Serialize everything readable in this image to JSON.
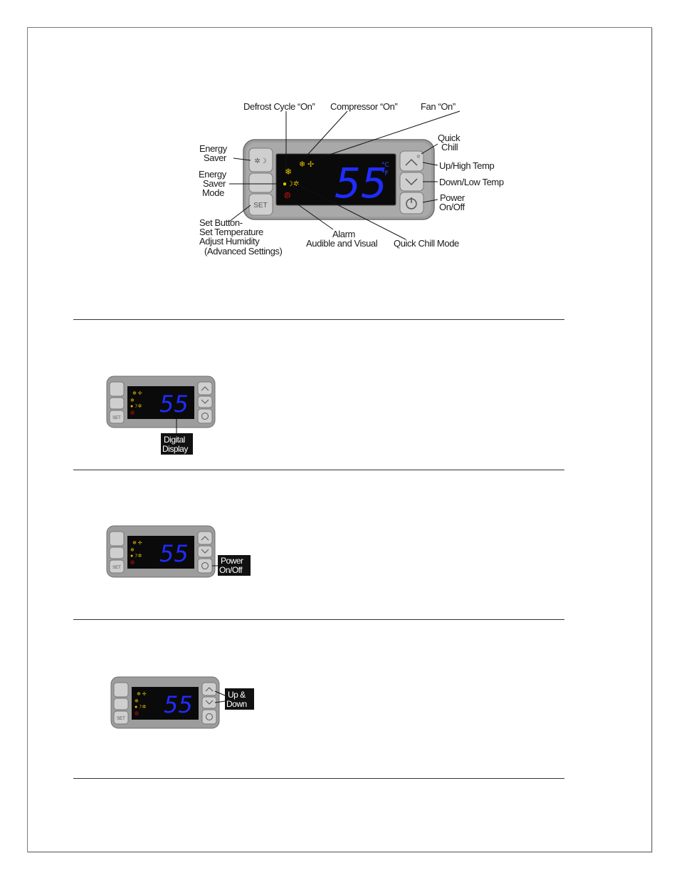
{
  "main_diagram": {
    "display_value": "55",
    "unit_c": "°C",
    "unit_f": "°F",
    "set_key": "SET",
    "callouts": {
      "defrost": "Defrost Cycle “On”",
      "compressor": "Compressor “On”",
      "fan": "Fan “On”",
      "energy_saver_1": "Energy",
      "energy_saver_2": "Saver",
      "energy_mode_1": "Energy",
      "energy_mode_2": "Saver",
      "energy_mode_3": "Mode",
      "set_button_1": "Set Button-",
      "set_button_2": "Set Temperature",
      "set_button_3": "Adjust Humidity",
      "set_button_4": "(Advanced Settings)",
      "quick_chill_1": "Quick",
      "quick_chill_2": "Chill",
      "up_high": "Up/High Temp",
      "down_low": "Down/Low Temp",
      "power_1": "Power",
      "power_2": "On/Off",
      "alarm_1": "Alarm",
      "alarm_2": "Audible and Visual",
      "quick_chill_mode": "Quick Chill Mode"
    }
  },
  "panel_1": {
    "display_value": "55",
    "set_key": "SET",
    "tag_1": "Digital",
    "tag_2": "Display"
  },
  "panel_2": {
    "display_value": "55",
    "set_key": "SET",
    "tag_1": "Power",
    "tag_2": "On/Off"
  },
  "panel_3": {
    "display_value": "55",
    "set_key": "SET",
    "tag_1": "Up &",
    "tag_2": "Down"
  },
  "colors": {
    "display_digits": "#1f2cff",
    "indicator_yellow": "#e8c000",
    "indicator_red": "#d01010",
    "bezel": "#9a9a9a",
    "screen": "#0a0a0a"
  }
}
